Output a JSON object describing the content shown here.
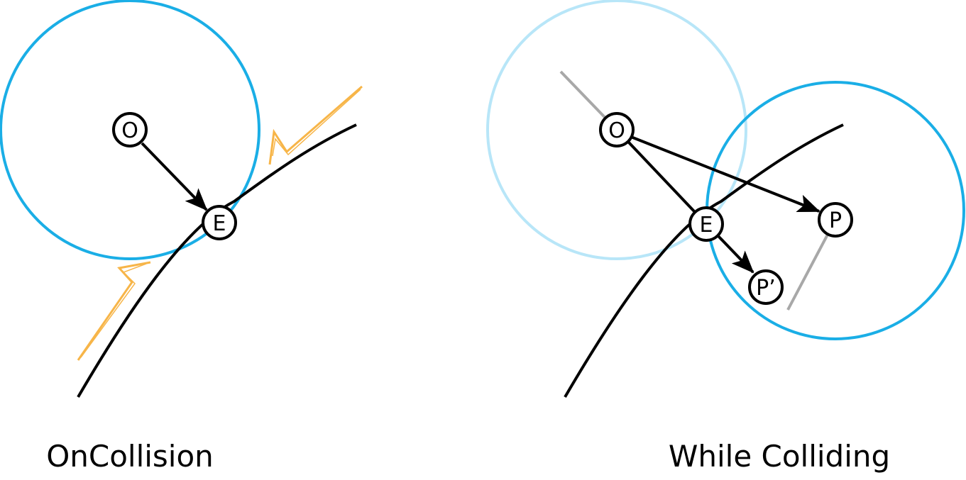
{
  "colors": {
    "circle_active": "#1aaee6",
    "circle_faded": "#b8e6f8",
    "curve": "#000000",
    "arrow": "#000000",
    "guide_line": "#a8a8a8",
    "lightning": "#f7b548",
    "node_fill": "#ffffff",
    "node_stroke": "#000000"
  },
  "panels": {
    "left": {
      "caption": "OnCollision",
      "nodes": {
        "o": "O",
        "e": "E"
      }
    },
    "right": {
      "caption": "While Colliding",
      "nodes": {
        "o": "O",
        "e": "E",
        "p": "P",
        "p_prime": "P’"
      }
    }
  }
}
